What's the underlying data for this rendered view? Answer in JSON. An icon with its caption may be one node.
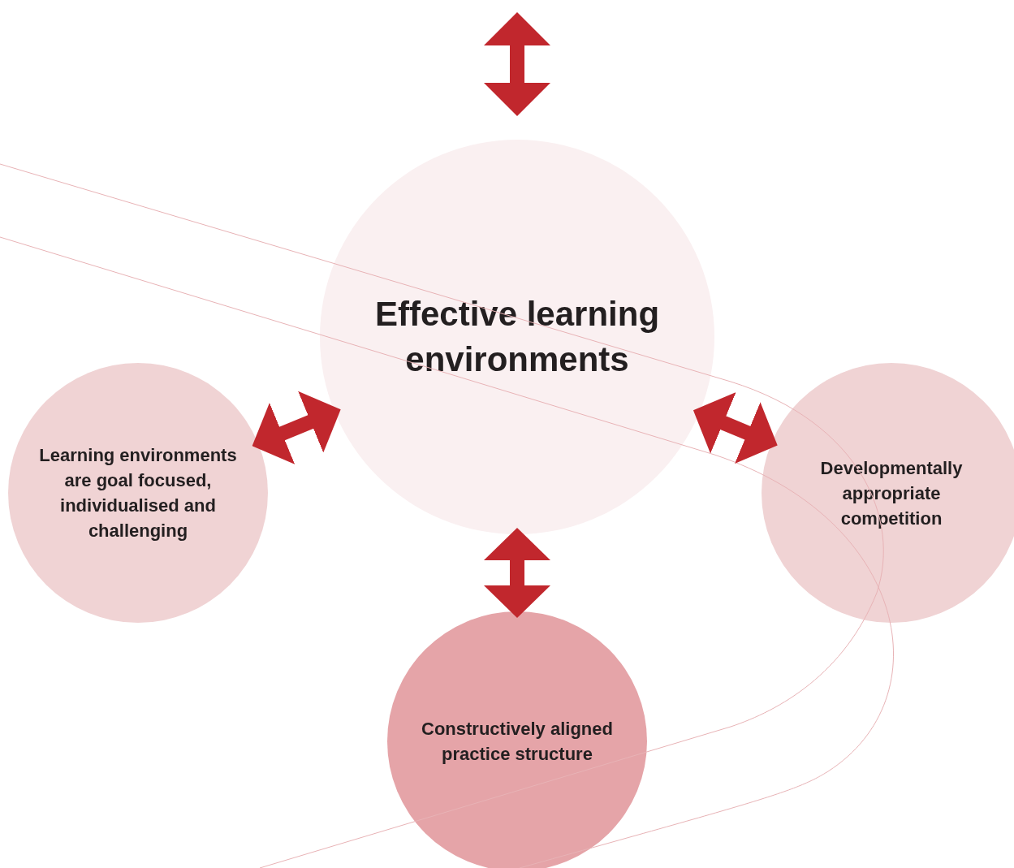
{
  "diagram": {
    "nodes": [
      {
        "text": [
          "Effective learning environments"
        ]
      },
      {
        "text": [
          "Learning environments are goal focused, individualised and challenging"
        ]
      },
      {
        "text": [
          "Developmentally appropriate competition"
        ]
      },
      {
        "text": [
          "Constructively aligned practice structure"
        ]
      }
    ],
    "edges": [
      {
        "from": 0,
        "to": 1,
        "arrow": "both"
      },
      {
        "from": 0,
        "to": 2,
        "arrow": "both"
      },
      {
        "from": 0,
        "to": 3,
        "arrow": "both"
      }
    ]
  }
}
